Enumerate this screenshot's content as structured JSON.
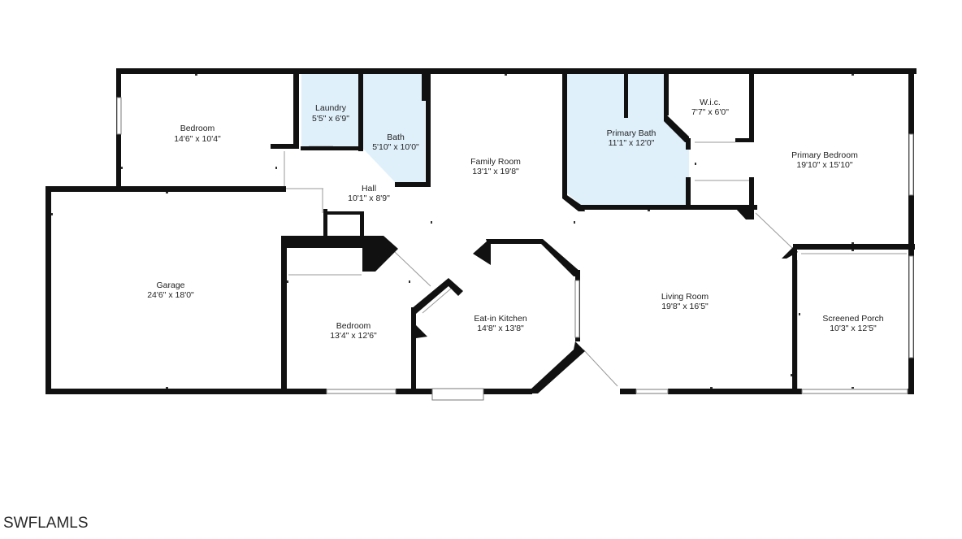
{
  "colors": {
    "wall": "#111111",
    "wet_room_fill": "#dff0fb",
    "background": "#ffffff"
  },
  "rooms": {
    "bedroom1": {
      "name": "Bedroom",
      "dims": "14'6\" x 10'4\""
    },
    "laundry": {
      "name": "Laundry",
      "dims": "5'5\" x 6'9\""
    },
    "bath": {
      "name": "Bath",
      "dims": "5'10\" x 10'0\""
    },
    "family_room": {
      "name": "Family Room",
      "dims": "13'1\" x 19'8\""
    },
    "primary_bath": {
      "name": "Primary Bath",
      "dims": "11'1\" x 12'0\""
    },
    "wic": {
      "name": "W.i.c.",
      "dims": "7'7\" x 6'0\""
    },
    "primary_bedroom": {
      "name": "Primary Bedroom",
      "dims": "19'10\" x 15'10\""
    },
    "hall": {
      "name": "Hall",
      "dims": "10'1\" x 8'9\""
    },
    "garage": {
      "name": "Garage",
      "dims": "24'6\" x 18'0\""
    },
    "bedroom2": {
      "name": "Bedroom",
      "dims": "13'4\" x 12'6\""
    },
    "kitchen": {
      "name": "Eat-in Kitchen",
      "dims": "14'8\" x 13'8\""
    },
    "living_room": {
      "name": "Living Room",
      "dims": "19'8\" x 16'5\""
    },
    "screened_porch": {
      "name": "Screened Porch",
      "dims": "10'3\" x 12'5\""
    }
  },
  "watermark": "SWFLAMLS"
}
